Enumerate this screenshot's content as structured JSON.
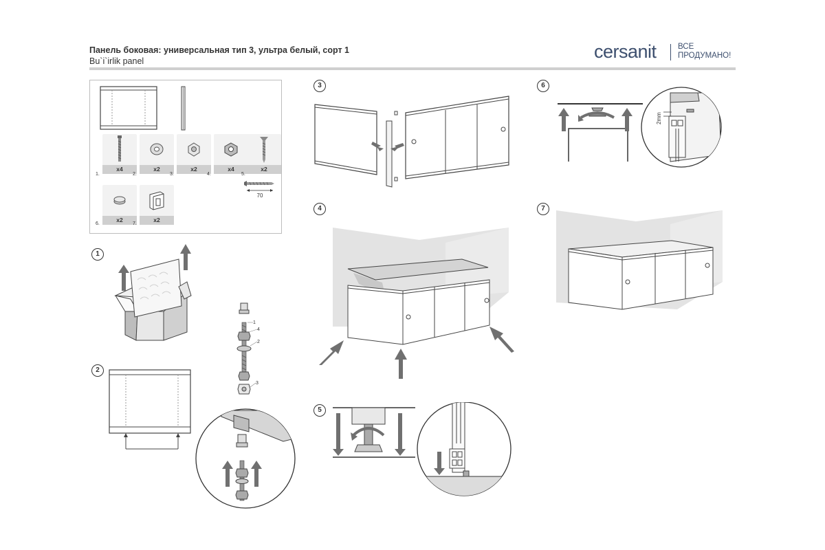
{
  "header": {
    "title_ru": "Панель боковая: универсальная тип 3, ультра белый, сорт 1",
    "title_uz": "Bu`i`irlik panel",
    "brand": "cersanit",
    "tagline_line1": "ВСЕ",
    "tagline_line2": "ПРОДУМАНО!"
  },
  "parts": [
    {
      "num": "1.",
      "qty": "x4"
    },
    {
      "num": "2.",
      "qty": "x2"
    },
    {
      "num": "3.",
      "qty": "x2"
    },
    {
      "num": "4.",
      "qty": "x4"
    },
    {
      "num": "5.",
      "qty": "x2"
    },
    {
      "num": "6.",
      "qty": "x2"
    },
    {
      "num": "7.",
      "qty": "x2"
    }
  ],
  "screw_length": "70",
  "steps": [
    "1",
    "2",
    "3",
    "4",
    "5",
    "6",
    "7"
  ],
  "assembly_callouts": [
    "1",
    "4",
    "2",
    "3"
  ],
  "gap_label": "2mm",
  "colors": {
    "brand": "#3d4f6e",
    "arrow": "#707070",
    "wall": "#e3e3e3"
  }
}
